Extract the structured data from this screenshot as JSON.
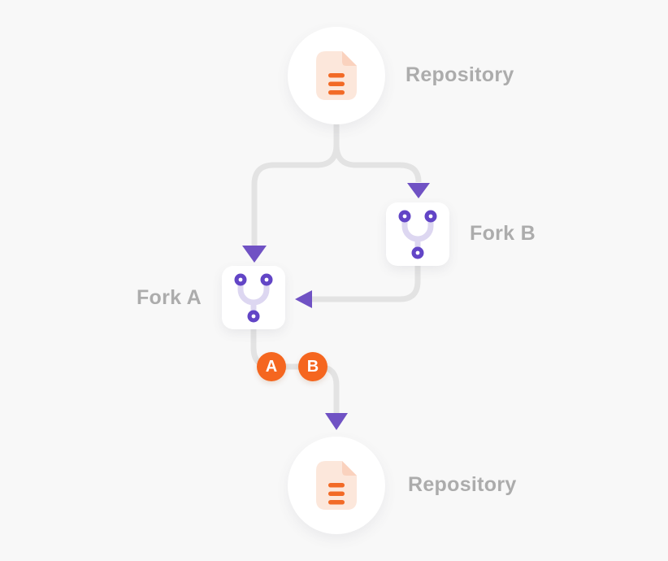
{
  "diagram": {
    "title": "repository-fork-merge-workflow",
    "colors": {
      "background": "#F8F8F8",
      "connector": "#E3E3E3",
      "arrow_purple": "#7052C4",
      "fork_node_purple": "#6245C6",
      "fork_path_lavender": "#DDD7F1",
      "badge_orange": "#F5661F",
      "doc_peach": "#FCE7DB",
      "doc_fold": "#FAD2BE",
      "doc_lines_orange": "#F26A26",
      "label_gray": "#ACACAC",
      "node_white": "#FFFFFF"
    },
    "nodes": {
      "repo_top": {
        "label": "Repository",
        "icon": "document-icon",
        "shape": "circle"
      },
      "fork_b": {
        "label": "Fork B",
        "icon": "fork-icon",
        "shape": "rounded-square"
      },
      "fork_a": {
        "label": "Fork A",
        "icon": "fork-icon",
        "shape": "rounded-square"
      },
      "repo_bottom": {
        "label": "Repository",
        "icon": "document-icon",
        "shape": "circle"
      }
    },
    "badges": [
      {
        "label": "A"
      },
      {
        "label": "B"
      }
    ],
    "edges": [
      {
        "from": "repo_top",
        "to": "fork_a",
        "arrow": "down"
      },
      {
        "from": "repo_top",
        "to": "fork_b",
        "arrow": "down"
      },
      {
        "from": "fork_b",
        "to": "fork_a",
        "arrow": "left"
      },
      {
        "from": "fork_a",
        "to": "repo_bottom",
        "arrow": "down",
        "via_badges": [
          "A",
          "B"
        ]
      }
    ]
  }
}
